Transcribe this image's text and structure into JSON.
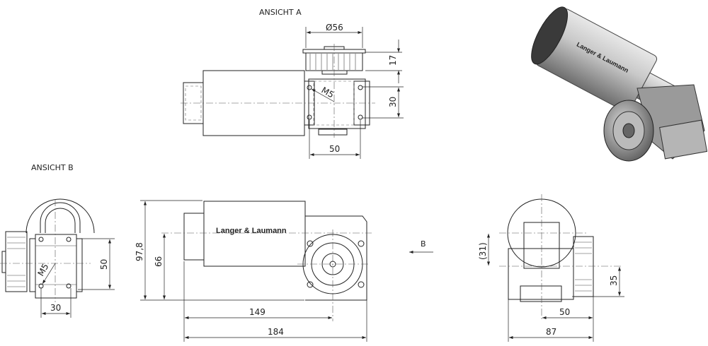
{
  "views": {
    "view_a_label": "ANSICHT A",
    "view_b_label": "ANSICHT B",
    "arrow_label": "B"
  },
  "brand": {
    "logo_text": "Langer & Laumann"
  },
  "dimensions": {
    "view_a": {
      "diameter": "Ø56",
      "pulley_height": "17",
      "hole_spacing_v": "30",
      "hole_spacing_h": "50",
      "thread": "M5"
    },
    "view_b_side": {
      "hole_spacing_v": "50",
      "hole_spacing_h": "30",
      "thread": "M5"
    },
    "front": {
      "total_height": "97,8",
      "shaft_height": "66",
      "shaft_distance": "149",
      "total_length": "184"
    },
    "right": {
      "offset": "(31)",
      "hole_height": "35",
      "hole_distance": "50",
      "width": "87"
    }
  }
}
